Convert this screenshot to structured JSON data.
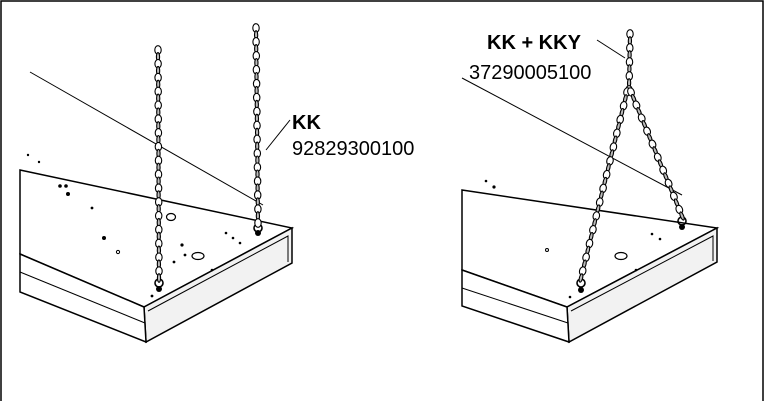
{
  "left_panel": {
    "model_label": "KK",
    "part_number": "92829300100"
  },
  "right_panel": {
    "model_label": "KK + KKY",
    "part_number": "37290005100"
  }
}
